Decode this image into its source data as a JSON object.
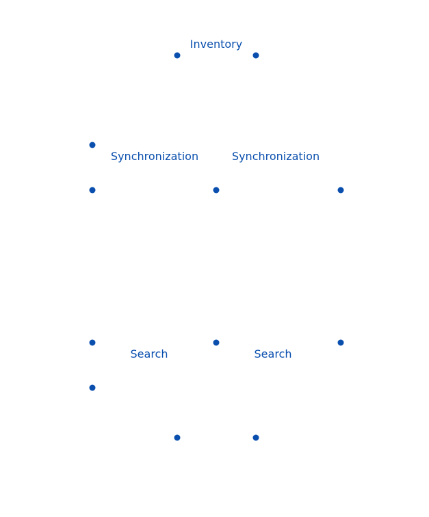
{
  "colors": {
    "background": "#ffffff",
    "accent": "#0a4fae"
  },
  "labels": {
    "inventory": "Inventory",
    "synchronization_left": "Synchronization",
    "synchronization_right": "Synchronization",
    "search_left": "Search",
    "search_right": "Search"
  }
}
